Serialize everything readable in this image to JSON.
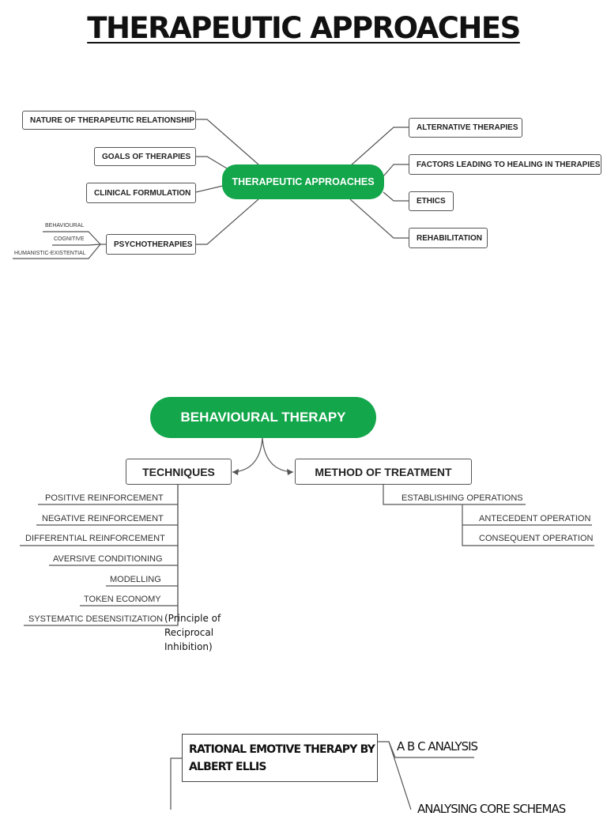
{
  "title": "THERAPEUTIC APPROACHES",
  "map1": {
    "center": "THERAPEUTIC APPROACHES",
    "left": [
      "NATURE OF THERAPEUTIC RELATIONSHIP",
      "GOALS OF THERAPIES",
      "CLINICAL FORMULATION",
      "PSYCHOTHERAPIES"
    ],
    "right": [
      "ALTERNATIVE THERAPIES",
      "FACTORS LEADING TO HEALING IN THERAPIES",
      "ETHICS",
      "REHABILITATION"
    ],
    "psychotherapy_types": [
      "BEHAVIOURAL",
      "COGNITIVE",
      "HUMANISTIC-EXISTENTIAL"
    ]
  },
  "map2": {
    "center": "BEHAVIOURAL THERAPY",
    "techniques": {
      "label": "TECHNIQUES",
      "items": [
        "POSITIVE REINFORCEMENT",
        "NEGATIVE REINFORCEMENT",
        "DIFFERENTIAL REINFORCEMENT",
        "AVERSIVE CONDITIONING",
        "MODELLING",
        "TOKEN ECONOMY",
        "SYSTEMATIC DESENSITIZATION"
      ],
      "note_lines": [
        "(Principle of",
        "Reciprocal",
        "Inhibition)"
      ]
    },
    "method": {
      "label": "METHOD OF TREATMENT",
      "establishing": "ESTABLISHING OPERATIONS",
      "sub": [
        "ANTECEDENT OPERATION",
        "CONSEQUENT OPERATION"
      ]
    }
  },
  "map3": {
    "box_lines": [
      "RATIONAL EMOTIVE THERAPY BY",
      "ALBERT ELLIS"
    ],
    "branches": [
      "A B C ANALYSIS",
      "ANALYSING CORE SCHEMAS"
    ]
  },
  "colors": {
    "accent": "#13a64b",
    "line": "#555555"
  }
}
